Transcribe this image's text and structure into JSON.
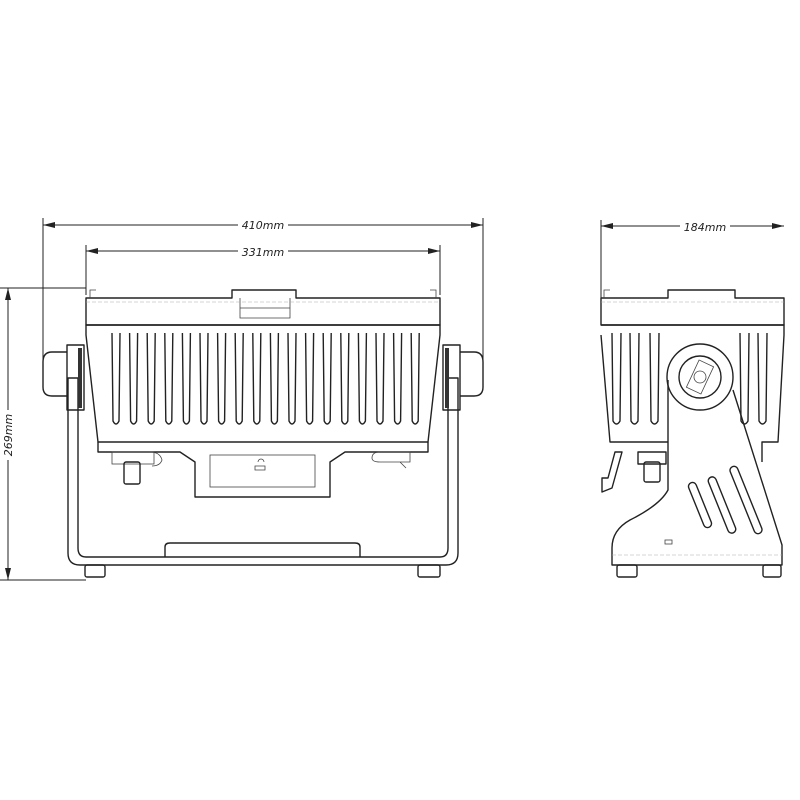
{
  "drawing": {
    "dimensions": {
      "overall_width": "410mm",
      "body_width": "331mm",
      "height": "269mm",
      "depth": "184mm"
    },
    "views": [
      "front-view",
      "side-view"
    ],
    "line_color": "#222222",
    "background": "#ffffff"
  }
}
